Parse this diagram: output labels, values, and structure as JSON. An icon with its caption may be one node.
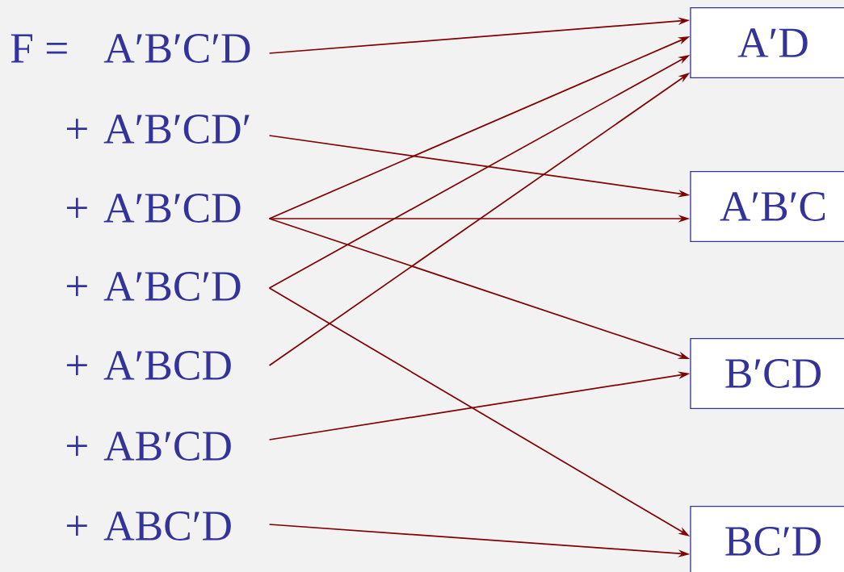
{
  "diagram": {
    "nodes": [
      {
        "text": [
          "A′B′C′D"
        ]
      },
      {
        "text": [
          "+ A′B′CD′"
        ]
      },
      {
        "text": [
          "+ A′B′CD"
        ]
      },
      {
        "text": [
          "+ A′BC′D"
        ]
      },
      {
        "text": [
          "+ A′BCD"
        ]
      },
      {
        "text": [
          "+ AB′CD"
        ]
      },
      {
        "text": [
          "+ ABC′D"
        ]
      },
      {
        "text": [
          "A′D"
        ]
      },
      {
        "text": [
          "A′B′C"
        ]
      },
      {
        "text": [
          "B′CD"
        ]
      },
      {
        "text": [
          "BC′D"
        ]
      }
    ],
    "edges": [
      {
        "from": 0,
        "to": 7,
        "arrow": "to"
      },
      {
        "from": 1,
        "to": 8,
        "arrow": "to"
      },
      {
        "from": 2,
        "to": 7,
        "arrow": "to"
      },
      {
        "from": 2,
        "to": 8,
        "arrow": "to"
      },
      {
        "from": 2,
        "to": 9,
        "arrow": "to"
      },
      {
        "from": 3,
        "to": 7,
        "arrow": "to"
      },
      {
        "from": 3,
        "to": 10,
        "arrow": "to"
      },
      {
        "from": 4,
        "to": 7,
        "arrow": "to"
      },
      {
        "from": 5,
        "to": 9,
        "arrow": "to"
      },
      {
        "from": 6,
        "to": 10,
        "arrow": "to"
      }
    ],
    "labels": [
      "F ="
    ]
  }
}
